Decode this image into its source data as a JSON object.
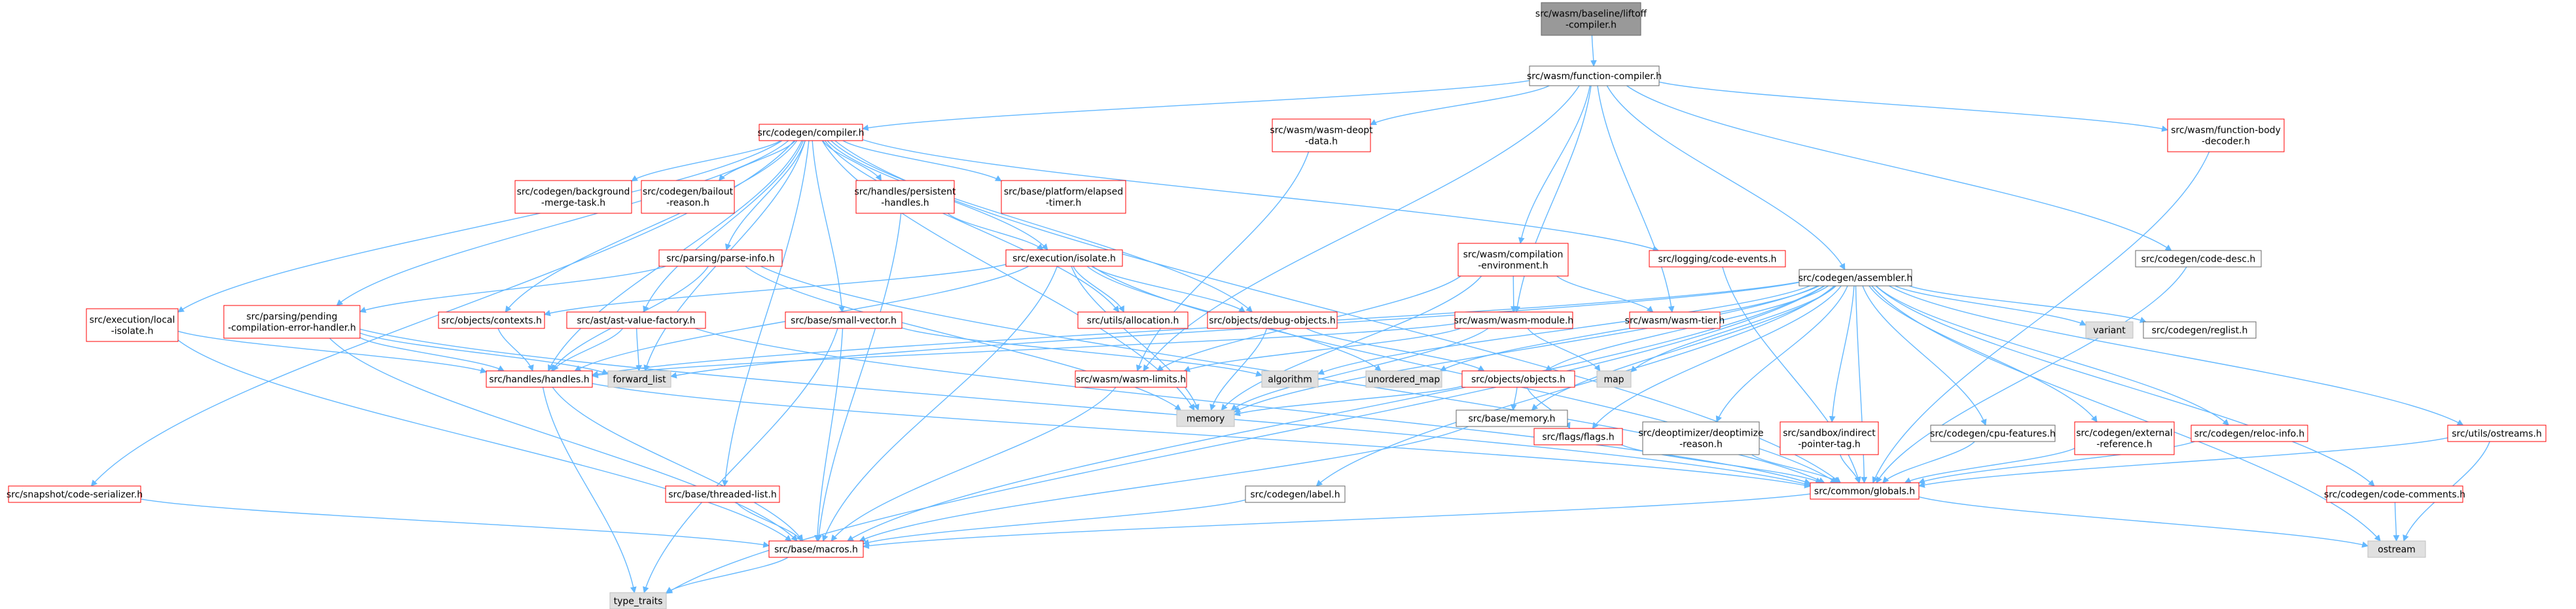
{
  "colors": {
    "edge": "#63b8ff",
    "red_border": "#ff0000",
    "black_border": "#666666",
    "root_fill": "#999999",
    "gray_fill": "#e0e0e0",
    "text": "#000000"
  },
  "nodes": {
    "liftoff": "src/wasm/baseline/liftoff\n-compiler.h",
    "fcomp": "src/wasm/function-compiler.h",
    "compiler": "src/codegen/compiler.h",
    "deopt_data": "src/wasm/wasm-deopt\n-data.h",
    "body_decoder": "src/wasm/function-body\n-decoder.h",
    "bg_merge": "src/codegen/background\n-merge-task.h",
    "bailout": "src/codegen/bailout\n-reason.h",
    "persistent": "src/handles/persistent\n-handles.h",
    "elapsed": "src/base/platform/elapsed\n-timer.h",
    "parse_info": "src/parsing/parse-info.h",
    "isolate": "src/execution/isolate.h",
    "compilation_env": "src/wasm/compilation\n-environment.h",
    "code_events": "src/logging/code-events.h",
    "code_desc": "src/codegen/code-desc.h",
    "local_isolate": "src/execution/local\n-isolate.h",
    "pending_err": "src/parsing/pending\n-compilation-error-handler.h",
    "contexts": "src/objects/contexts.h",
    "ast_vf": "src/ast/ast-value-factory.h",
    "small_vector": "src/base/small-vector.h",
    "utils_alloc": "src/utils/allocation.h",
    "debug_objects": "src/objects/debug-objects.h",
    "wasm_module": "src/wasm/wasm-module.h",
    "wasm_tier": "src/wasm/wasm-tier.h",
    "assembler": "src/codegen/assembler.h",
    "handles": "src/handles/handles.h",
    "forward_list": "forward_list",
    "algorithm": "algorithm",
    "unordered_map": "unordered_map",
    "wasm_limits": "src/wasm/wasm-limits.h",
    "objects": "src/objects/objects.h",
    "map": "map",
    "variant": "variant",
    "reglist": "src/codegen/reglist.h",
    "memory": "memory",
    "base_memory": "src/base/memory.h",
    "flags": "src/flags/flags.h",
    "deopt_reason": "src/deoptimizer/deoptimize\n-reason.h",
    "indirect_ptr": "src/sandbox/indirect\n-pointer-tag.h",
    "cpu_features": "src/codegen/cpu-features.h",
    "ext_ref": "src/codegen/external\n-reference.h",
    "reloc_info": "src/codegen/reloc-info.h",
    "ostreams": "src/utils/ostreams.h",
    "globals": "src/common/globals.h",
    "label": "src/codegen/label.h",
    "code_comments": "src/codegen/code-comments.h",
    "snapshot": "src/snapshot/code-serializer.h",
    "threaded_list": "src/base/threaded-list.h",
    "macros": "src/base/macros.h",
    "ostream": "ostream",
    "type_traits": "type_traits"
  }
}
